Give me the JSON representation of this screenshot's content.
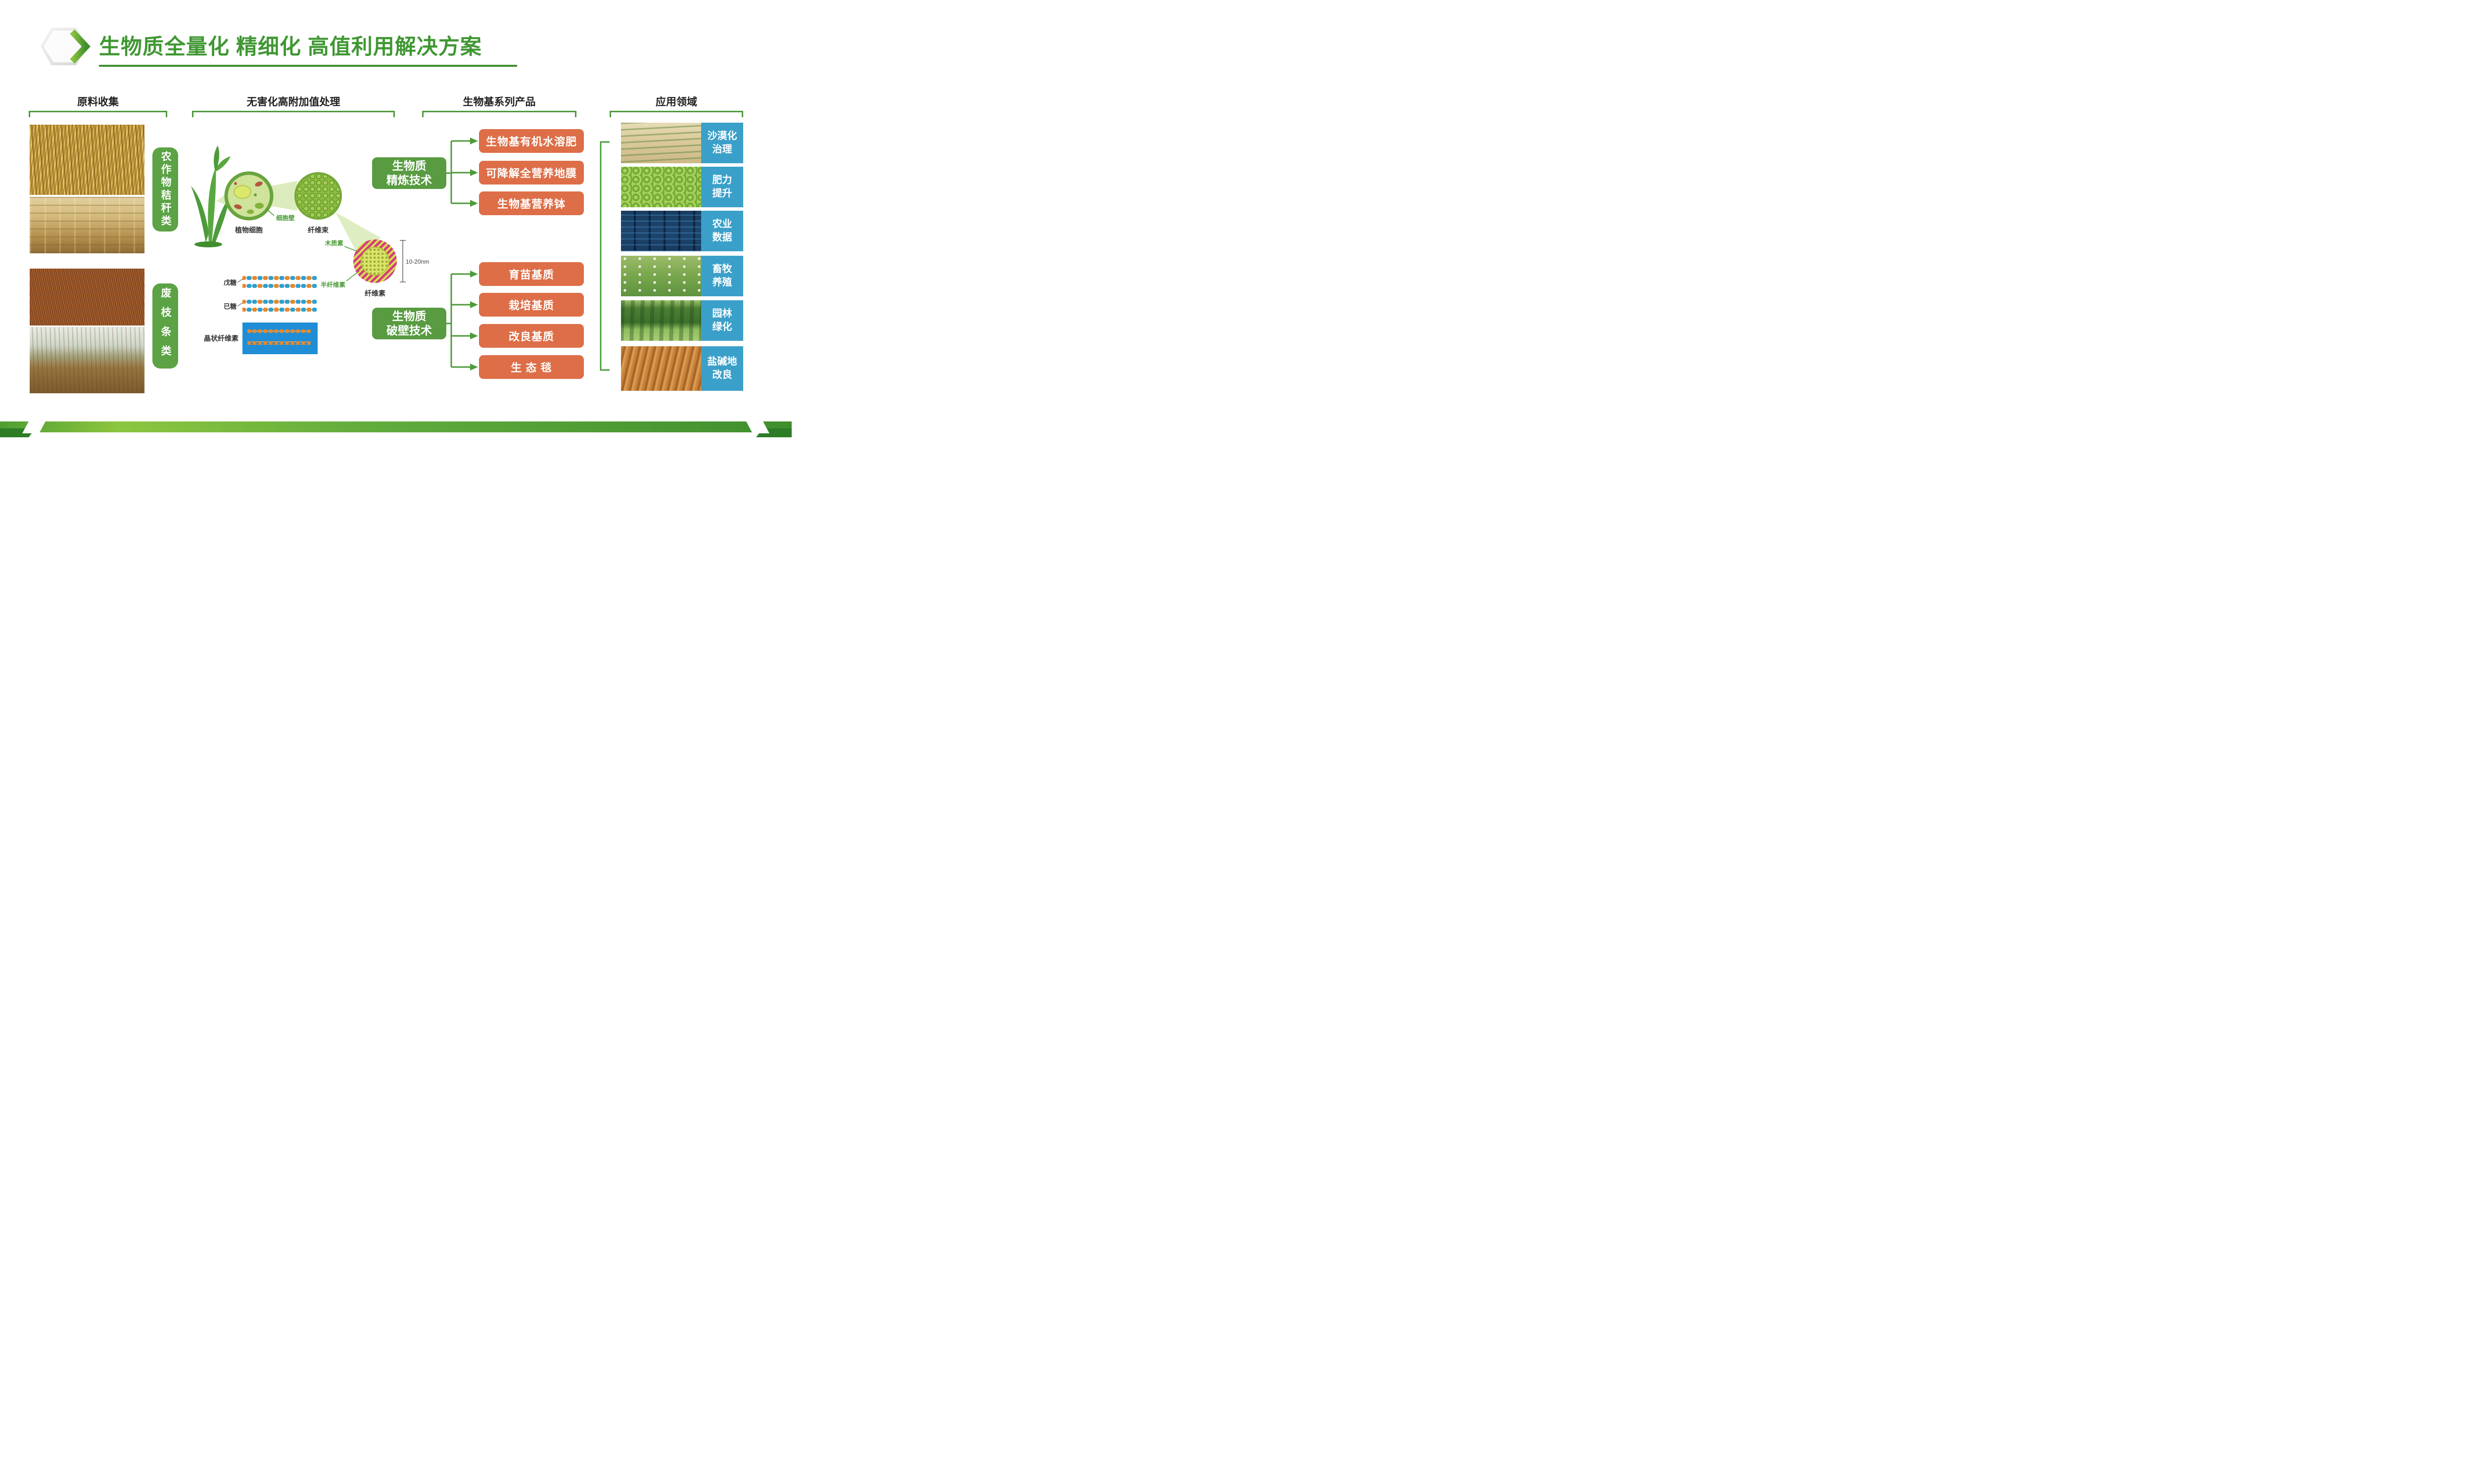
{
  "title": "生物质全量化 精细化 高值利用解决方案",
  "columns": {
    "collection": {
      "header": "原料收集",
      "category_labels": [
        {
          "text": "农作物秸秆类"
        },
        {
          "text": "废枝条类"
        }
      ]
    },
    "processing": {
      "header": "无害化高附加值处理",
      "labels": {
        "plant_cell": "植物细胞",
        "cell_wall": "细胞壁",
        "fiber_bundle": "纤维束",
        "lignin": "木质素",
        "hemicellulose": "半纤维素",
        "cellulose": "纤维素",
        "diameter": "10-20nm",
        "pentose": "戊糖",
        "hexose": "已糖",
        "crystalline_cellulose": "晶状纤维素"
      }
    },
    "products": {
      "header": "生物基系列产品",
      "groups": [
        {
          "tech_line1": "生物质",
          "tech_line2": "精炼技术",
          "items": [
            "生物基有机水溶肥",
            "可降解全营养地膜",
            "生物基营养钵"
          ]
        },
        {
          "tech_line1": "生物质",
          "tech_line2": "破壁技术",
          "items": [
            "育苗基质",
            "栽培基质",
            "改良基质",
            "生 态 毯"
          ]
        }
      ]
    },
    "applications": {
      "header": "应用领域",
      "items": [
        {
          "line1": "沙漠化",
          "line2": "治理"
        },
        {
          "line1": "肥力",
          "line2": "提升"
        },
        {
          "line1": "农业",
          "line2": "数据"
        },
        {
          "line1": "畜牧",
          "line2": "养殖"
        },
        {
          "line1": "园林",
          "line2": "绿化"
        },
        {
          "line1": "盐碱地",
          "line2": "改良"
        }
      ]
    }
  },
  "colors": {
    "title_green": "#3f9732",
    "line_green": "#4d9b3a",
    "box_green": "#589b41",
    "box_orange": "#dd6e47",
    "label_blue": "#3ba0c9"
  }
}
